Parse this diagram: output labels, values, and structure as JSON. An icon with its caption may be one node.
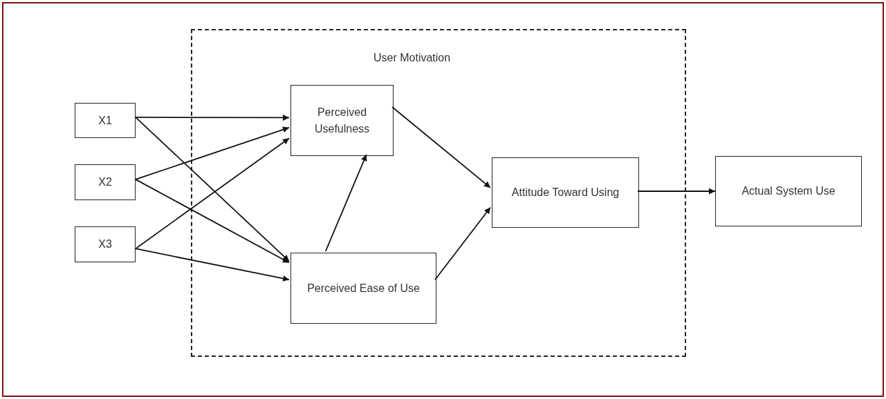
{
  "diagram": {
    "nodes": [
      {
        "text": [
          "User Motivation"
        ]
      },
      {
        "text": [
          "X1"
        ]
      },
      {
        "text": [
          "X2"
        ]
      },
      {
        "text": [
          "X3"
        ]
      },
      {
        "text": [
          "Perceived Usefulness"
        ],
        "in": 0
      },
      {
        "text": [
          "Perceived Ease of Use"
        ],
        "in": 0
      },
      {
        "text": [
          "Attitude Toward Using"
        ],
        "in": 0
      },
      {
        "text": [
          "Actual System Use"
        ]
      }
    ],
    "edges": [
      {
        "from": 1,
        "to": 4,
        "arrow": "to"
      },
      {
        "from": 1,
        "to": 5,
        "arrow": "to"
      },
      {
        "from": 2,
        "to": 4,
        "arrow": "to"
      },
      {
        "from": 2,
        "to": 5,
        "arrow": "to"
      },
      {
        "from": 3,
        "to": 4,
        "arrow": "to"
      },
      {
        "from": 3,
        "to": 5,
        "arrow": "to"
      },
      {
        "from": 5,
        "to": 4,
        "arrow": "to"
      },
      {
        "from": 4,
        "to": 6,
        "arrow": "to"
      },
      {
        "from": 5,
        "to": 6,
        "arrow": "to"
      },
      {
        "from": 6,
        "to": 7,
        "arrow": "to"
      }
    ]
  }
}
